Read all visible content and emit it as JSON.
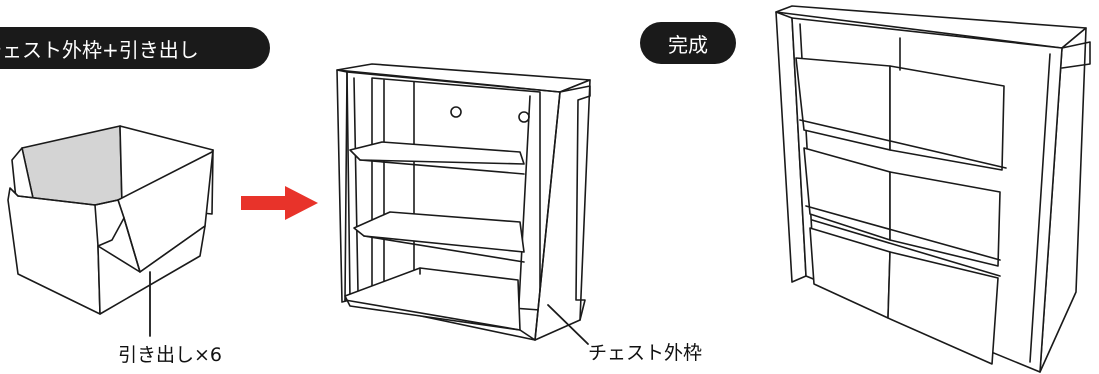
{
  "labels": {
    "section_left": "チェスト外枠+引き出し",
    "section_right": "完成",
    "drawer_caption": "引き出し×6",
    "frame_caption": "チェスト外枠"
  },
  "colors": {
    "pill_bg": "#1a1a1a",
    "arrow": "#e8332a",
    "line": "#1a1a1a"
  }
}
